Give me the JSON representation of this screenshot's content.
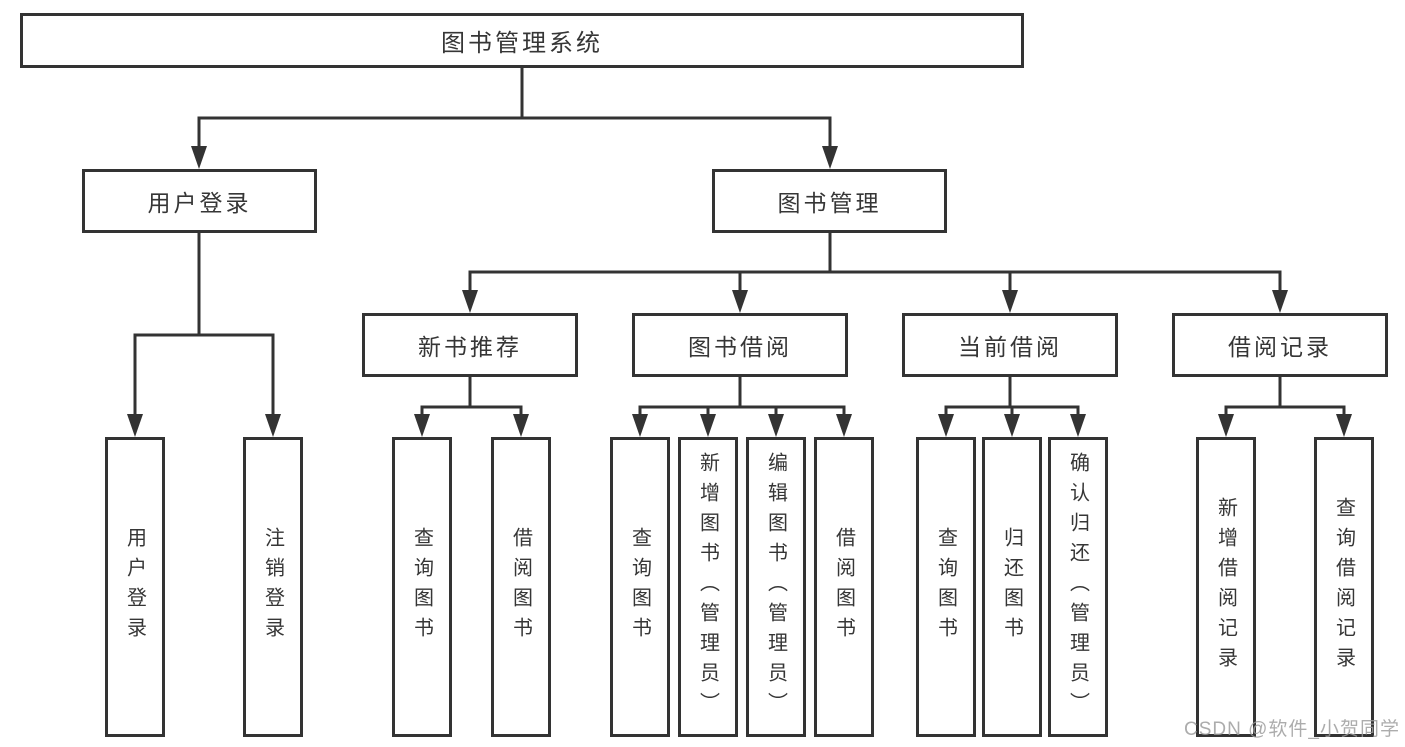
{
  "tree": {
    "root": {
      "label": "图书管理系统",
      "children": [
        {
          "label": "用户登录",
          "children": [
            {
              "label": "用户登录"
            },
            {
              "label": "注销登录"
            }
          ]
        },
        {
          "label": "图书管理",
          "children": [
            {
              "label": "新书推荐",
              "children": [
                {
                  "label": "查询图书"
                },
                {
                  "label": "借阅图书"
                }
              ]
            },
            {
              "label": "图书借阅",
              "children": [
                {
                  "label": "查询图书"
                },
                {
                  "label": "新增图书（管理员）"
                },
                {
                  "label": "编辑图书（管理员）"
                },
                {
                  "label": "借阅图书"
                }
              ]
            },
            {
              "label": "当前借阅",
              "children": [
                {
                  "label": "查询图书"
                },
                {
                  "label": "归还图书"
                },
                {
                  "label": "确认归还（管理员）"
                }
              ]
            },
            {
              "label": "借阅记录",
              "children": [
                {
                  "label": "新增借阅记录"
                },
                {
                  "label": "查询借阅记录"
                }
              ]
            }
          ]
        }
      ]
    }
  },
  "watermark": {
    "text": "CSDN @软件_小贺同学"
  },
  "colors": {
    "line": "#333333",
    "box_border": "#333333",
    "text": "#363636",
    "background": "#ffffff",
    "watermark": "#9b9b9b"
  }
}
